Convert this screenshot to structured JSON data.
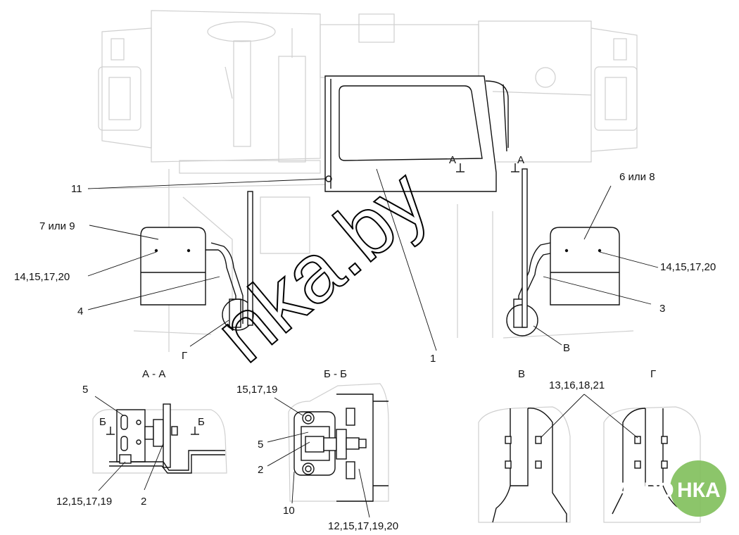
{
  "callouts": {
    "c1": "1",
    "c3": "3",
    "c4": "4",
    "c6_8": "6 или 8",
    "c7_9": "7 или 9",
    "c11": "11",
    "c14_left": "14,15,17,20",
    "c14_right": "14,15,17,20",
    "c_g": "Г",
    "c_v": "В",
    "sec_a_left": "А",
    "sec_a_right": "А"
  },
  "detail_aa": {
    "title": "А - А",
    "c5": "5",
    "c2": "2",
    "c12": "12,15,17,19",
    "sec_b_left": "Б",
    "sec_b_right": "Б"
  },
  "detail_bb": {
    "title": "Б - Б",
    "c15": "15,17,19",
    "c5": "5",
    "c2": "2",
    "c10": "10",
    "c12": "12,15,17,19,20"
  },
  "detail_v": {
    "title": "В"
  },
  "detail_g": {
    "title": "Г"
  },
  "c13_16": "13,16,18,21",
  "watermark": "nka.by",
  "logo": {
    "left": "АГРО",
    "right": "НКА",
    "color": "#7fbf5a"
  }
}
